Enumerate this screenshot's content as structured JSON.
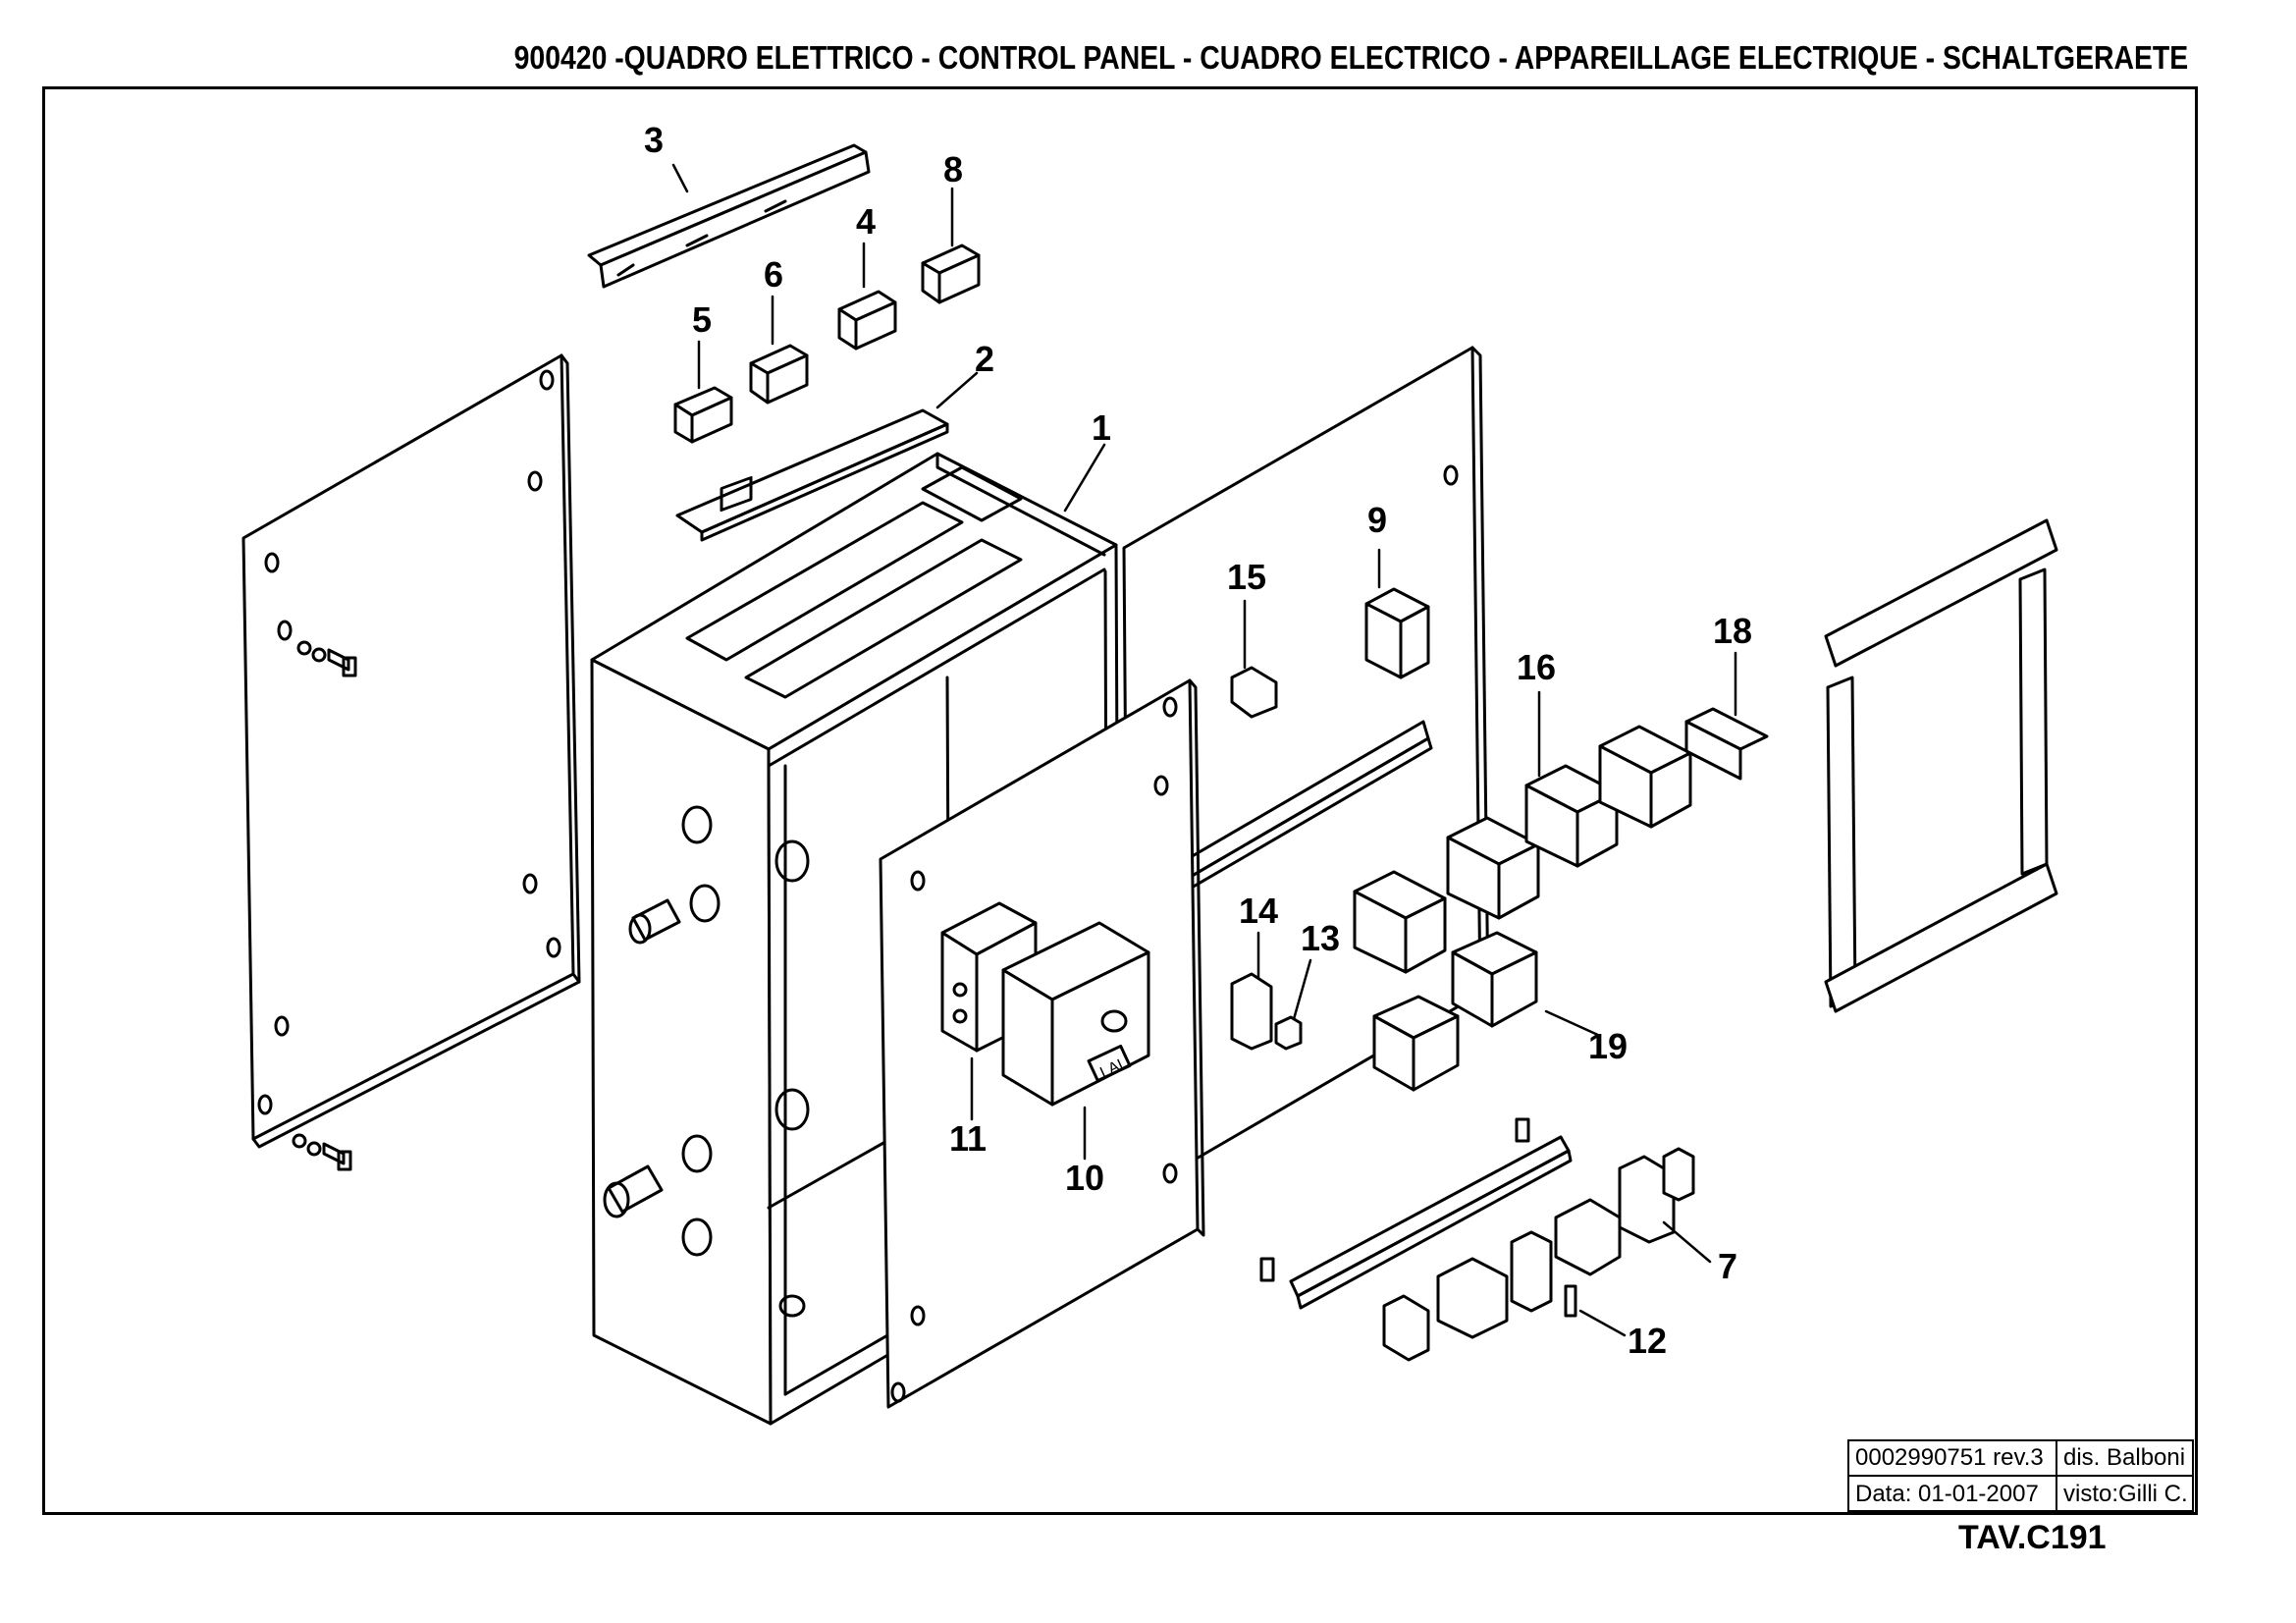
{
  "header": {
    "title": "900420 -QUADRO ELETTRICO - CONTROL PANEL - CUADRO ELECTRICO - APPAREILLAGE ELECTRIQUE - SCHALTGERAETE"
  },
  "callouts": [
    {
      "id": "c1",
      "label": "1"
    },
    {
      "id": "c2",
      "label": "2"
    },
    {
      "id": "c3",
      "label": "3"
    },
    {
      "id": "c4",
      "label": "4"
    },
    {
      "id": "c5",
      "label": "5"
    },
    {
      "id": "c6",
      "label": "6"
    },
    {
      "id": "c7",
      "label": "7"
    },
    {
      "id": "c8",
      "label": "8"
    },
    {
      "id": "c9",
      "label": "9"
    },
    {
      "id": "c10",
      "label": "10"
    },
    {
      "id": "c11",
      "label": "11"
    },
    {
      "id": "c12",
      "label": "12"
    },
    {
      "id": "c13",
      "label": "13"
    },
    {
      "id": "c14",
      "label": "14"
    },
    {
      "id": "c15",
      "label": "15"
    },
    {
      "id": "c16",
      "label": "16"
    },
    {
      "id": "c18",
      "label": "18"
    },
    {
      "id": "c19",
      "label": "19"
    }
  ],
  "device_label": "LAL",
  "title_block": {
    "drawing_number": "0002990751 rev.3",
    "drawn_by": "dis. Balboni",
    "date": "Data: 01-01-2007",
    "checked_by": "visto:Gilli C."
  },
  "sheet": "TAV.C191"
}
